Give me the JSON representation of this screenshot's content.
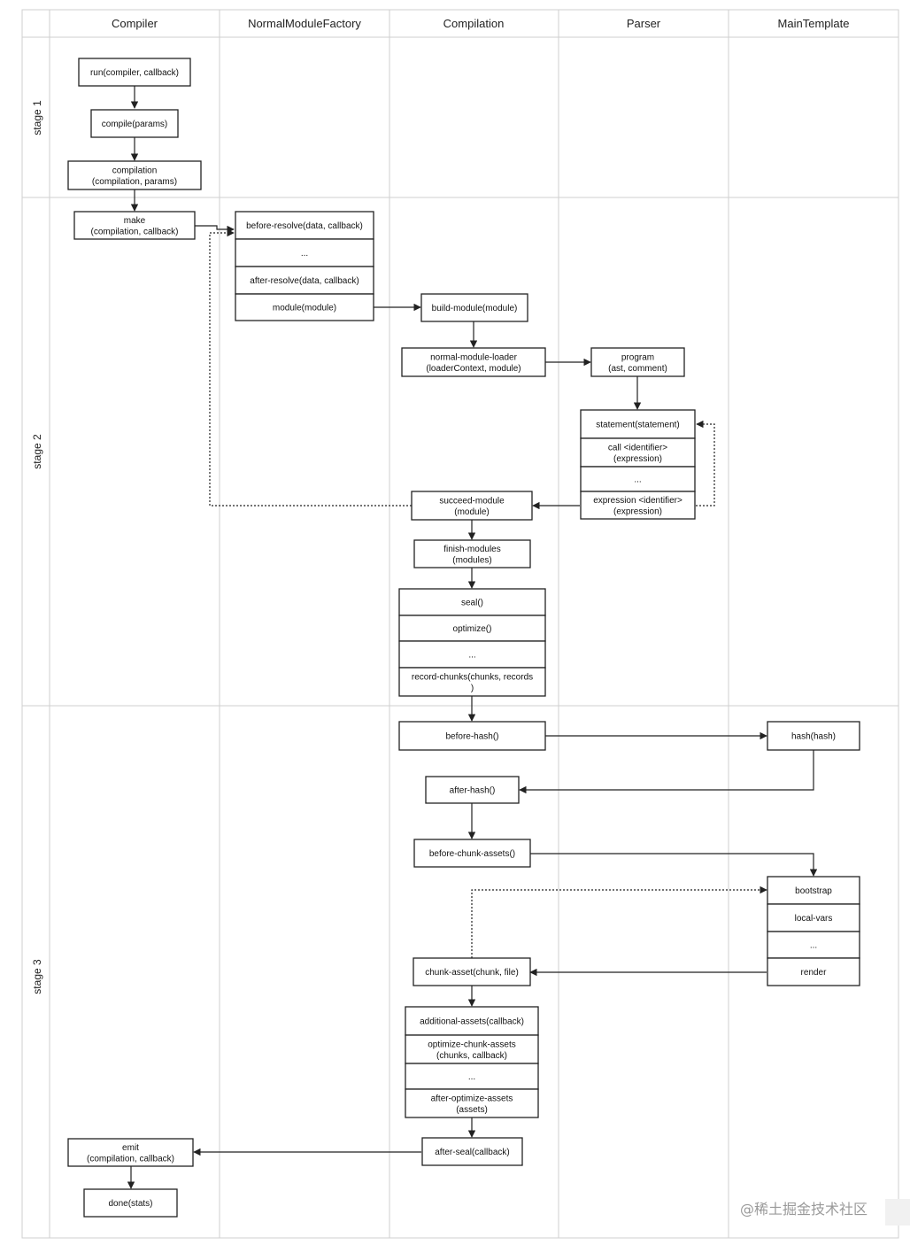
{
  "columns": [
    "Compiler",
    "NormalModuleFactory",
    "Compilation",
    "Parser",
    "MainTemplate"
  ],
  "stages": [
    "stage 1",
    "stage 2",
    "stage 3"
  ],
  "nodes": {
    "run": [
      "run(compiler, callback)"
    ],
    "compile": [
      "compile(params)"
    ],
    "compilation": [
      "compilation",
      "(compilation, params)"
    ],
    "make": [
      "make",
      "(compilation, callback)"
    ],
    "nmf_before_resolve": [
      "before-resolve(data, callback)"
    ],
    "nmf_ellipsis": [
      "..."
    ],
    "nmf_after_resolve": [
      "after-resolve(data, callback)"
    ],
    "nmf_module": [
      "module(module)"
    ],
    "build_module": [
      "build-module(module)"
    ],
    "normal_module_loader": [
      "normal-module-loader",
      "(loaderContext, module)"
    ],
    "program": [
      "program",
      "(ast, comment)"
    ],
    "p_statement": [
      "statement(statement)"
    ],
    "p_call": [
      "call <identifier>",
      "(expression)"
    ],
    "p_ellipsis": [
      "..."
    ],
    "p_expression": [
      "expression <identifier>",
      "(expression)"
    ],
    "succeed_module": [
      "succeed-module",
      "(module)"
    ],
    "finish_modules": [
      "finish-modules",
      "(modules)"
    ],
    "seal": [
      "seal()"
    ],
    "optimize": [
      "optimize()"
    ],
    "c_ellipsis_1": [
      "..."
    ],
    "record_chunks": [
      "record-chunks(chunks, records",
      ")"
    ],
    "before_hash": [
      "before-hash()"
    ],
    "hash": [
      "hash(hash)"
    ],
    "after_hash": [
      "after-hash()"
    ],
    "before_chunk_assets": [
      "before-chunk-assets()"
    ],
    "mt_bootstrap": [
      "bootstrap"
    ],
    "mt_local_vars": [
      "local-vars"
    ],
    "mt_ellipsis": [
      "..."
    ],
    "mt_render": [
      "render"
    ],
    "chunk_asset": [
      "chunk-asset(chunk, file)"
    ],
    "additional_assets": [
      "additional-assets(callback)"
    ],
    "optimize_chunk_assets": [
      "optimize-chunk-assets",
      "(chunks, callback)"
    ],
    "c_ellipsis_2": [
      "..."
    ],
    "after_optimize_assets": [
      "after-optimize-assets",
      "(assets)"
    ],
    "after_seal": [
      "after-seal(callback)"
    ],
    "emit": [
      "emit",
      "(compilation, callback)"
    ],
    "done": [
      "done(stats)"
    ]
  },
  "watermark": "@稀土掘金技术社区",
  "colors": {
    "grid": "#cfcfcf",
    "stroke": "#222222",
    "text": "#111111",
    "watermark": "#9a9a9a"
  }
}
